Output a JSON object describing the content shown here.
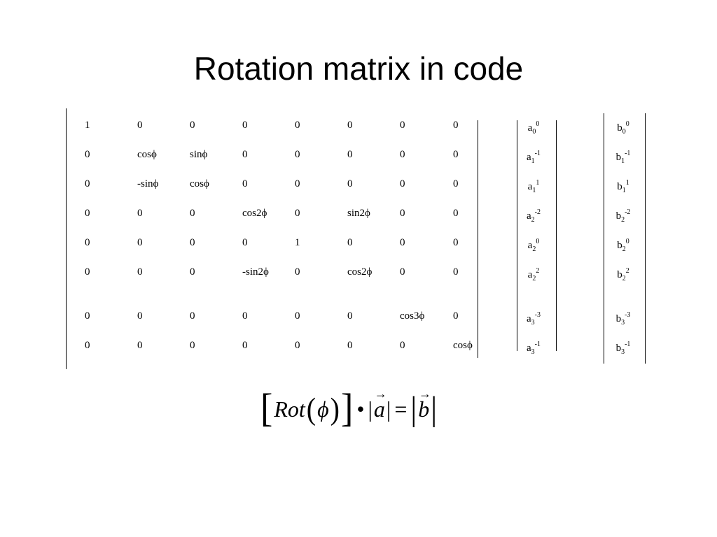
{
  "title": "Rotation matrix in code",
  "matrix": [
    [
      "1",
      "0",
      "0",
      "0",
      "0",
      "0",
      "0",
      "0"
    ],
    [
      "0",
      "cosϕ",
      "sinϕ",
      "0",
      "0",
      "0",
      "0",
      "0"
    ],
    [
      "0",
      "-sinϕ",
      "cosϕ",
      "0",
      "0",
      "0",
      "0",
      "0"
    ],
    [
      "0",
      "0",
      "0",
      "cos2ϕ",
      "0",
      "sin2ϕ",
      "0",
      "0"
    ],
    [
      "0",
      "0",
      "0",
      "0",
      "1",
      "0",
      "0",
      "0"
    ],
    [
      "0",
      "0",
      "0",
      "-sin2ϕ",
      "0",
      "cos2ϕ",
      "0",
      "0"
    ],
    [
      "0",
      "0",
      "0",
      "0",
      "0",
      "0",
      "cos3ϕ",
      "0"
    ],
    [
      "0",
      "0",
      "0",
      "0",
      "0",
      "0",
      "0",
      "cosϕ"
    ]
  ],
  "vector_a": [
    {
      "base": "a",
      "sub": "0",
      "sup": "0"
    },
    {
      "base": "a",
      "sub": "1",
      "sup": "-1"
    },
    {
      "base": "a",
      "sub": "1",
      "sup": "1"
    },
    {
      "base": "a",
      "sub": "2",
      "sup": "-2"
    },
    {
      "base": "a",
      "sub": "2",
      "sup": "0"
    },
    {
      "base": "a",
      "sub": "2",
      "sup": "2"
    },
    {
      "base": "a",
      "sub": "3",
      "sup": "-3"
    },
    {
      "base": "a",
      "sub": "3",
      "sup": "-1"
    }
  ],
  "vector_b": [
    {
      "base": "b",
      "sub": "0",
      "sup": "0"
    },
    {
      "base": "b",
      "sub": "1",
      "sup": "-1"
    },
    {
      "base": "b",
      "sub": "1",
      "sup": "1"
    },
    {
      "base": "b",
      "sub": "2",
      "sup": "-2"
    },
    {
      "base": "b",
      "sub": "2",
      "sup": "0"
    },
    {
      "base": "b",
      "sub": "2",
      "sup": "2"
    },
    {
      "base": "b",
      "sub": "3",
      "sup": "-3"
    },
    {
      "base": "b",
      "sub": "3",
      "sup": "-1"
    }
  ],
  "equation": {
    "lbracket": "[",
    "rot": "Rot",
    "lparen": "(",
    "phi": "ϕ",
    "rparen": ")",
    "rbracket": "]",
    "dot": "•",
    "bar": "|",
    "a": "a",
    "arrow": "→",
    "equals": "=",
    "b": "b"
  }
}
